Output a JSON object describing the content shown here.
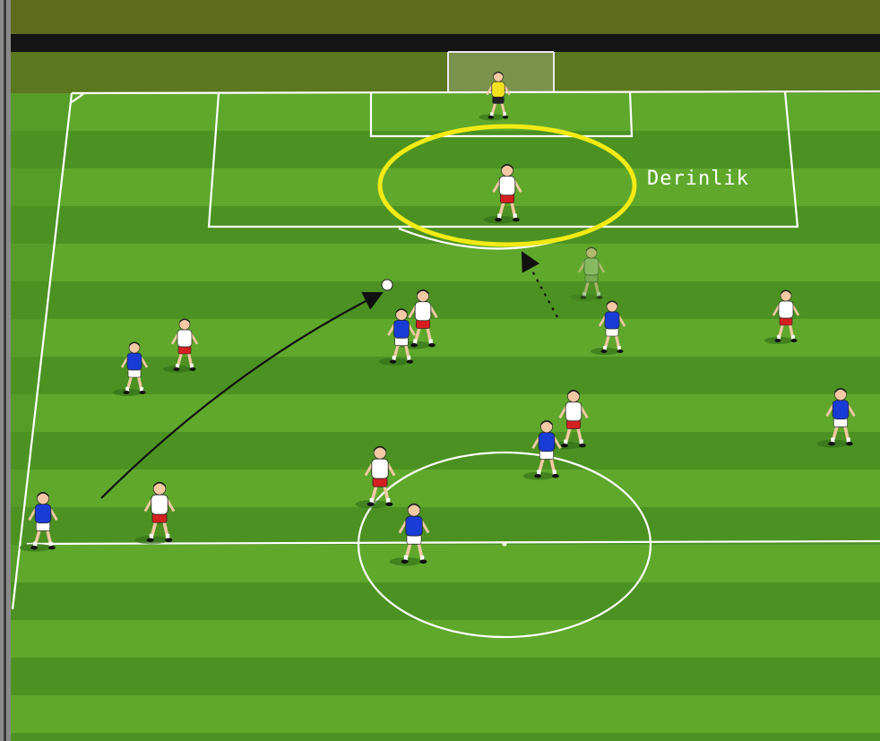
{
  "diagram": {
    "annotation_label": "Derinlik",
    "colors": {
      "grass_light": "#5fa82c",
      "grass_dark": "#4c9223",
      "outfield": "#556a1c",
      "line": "#ffffff",
      "highlight": "#f2ea14",
      "team_blue": "#1a3cd6",
      "team_white_shirt": "#ffffff",
      "team_white_shorts": "#d42020",
      "goalkeeper": "#f0e020",
      "arrow": "#111111"
    },
    "players": [
      {
        "team": "goalkeeper",
        "role": "keeper"
      },
      {
        "team": "white",
        "role": "highlighted-striker"
      },
      {
        "team": "white",
        "role": "header-attacker"
      },
      {
        "team": "blue",
        "role": "header-defender"
      },
      {
        "team": "white",
        "role": "left-attacker"
      },
      {
        "team": "blue",
        "role": "left-defender"
      },
      {
        "team": "blue",
        "role": "right-runner"
      },
      {
        "team": "white",
        "role": "right-winger"
      },
      {
        "team": "blue",
        "role": "right-defender"
      },
      {
        "team": "white",
        "role": "center-mid"
      },
      {
        "team": "blue",
        "role": "center-defender"
      },
      {
        "team": "white",
        "role": "mid-left"
      },
      {
        "team": "blue",
        "role": "bottom-center"
      },
      {
        "team": "blue",
        "role": "crosser"
      },
      {
        "team": "white",
        "role": "lower-left-mid"
      },
      {
        "team": "ghost",
        "role": "faded-runner"
      }
    ]
  }
}
